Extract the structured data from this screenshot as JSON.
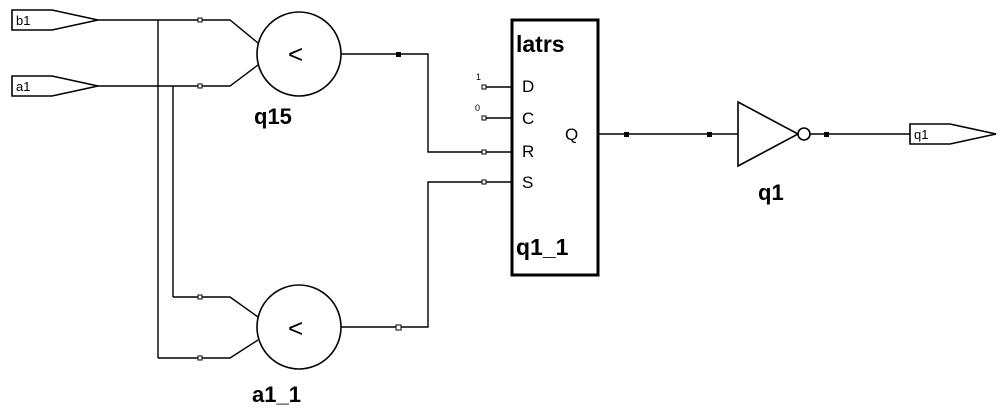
{
  "ports": {
    "b1": "b1",
    "a1": "a1",
    "q1_out": "q1"
  },
  "comparators": {
    "top": {
      "symbol": "<",
      "name": "q15"
    },
    "bottom": {
      "symbol": "<",
      "name": "a1_1"
    }
  },
  "latch": {
    "type": "latrs",
    "name": "q1_1",
    "pins": {
      "d": "D",
      "c": "C",
      "r": "R",
      "s": "S",
      "q": "Q"
    },
    "const_d": "1",
    "const_c": "0"
  },
  "inverter": {
    "name": "q1"
  }
}
